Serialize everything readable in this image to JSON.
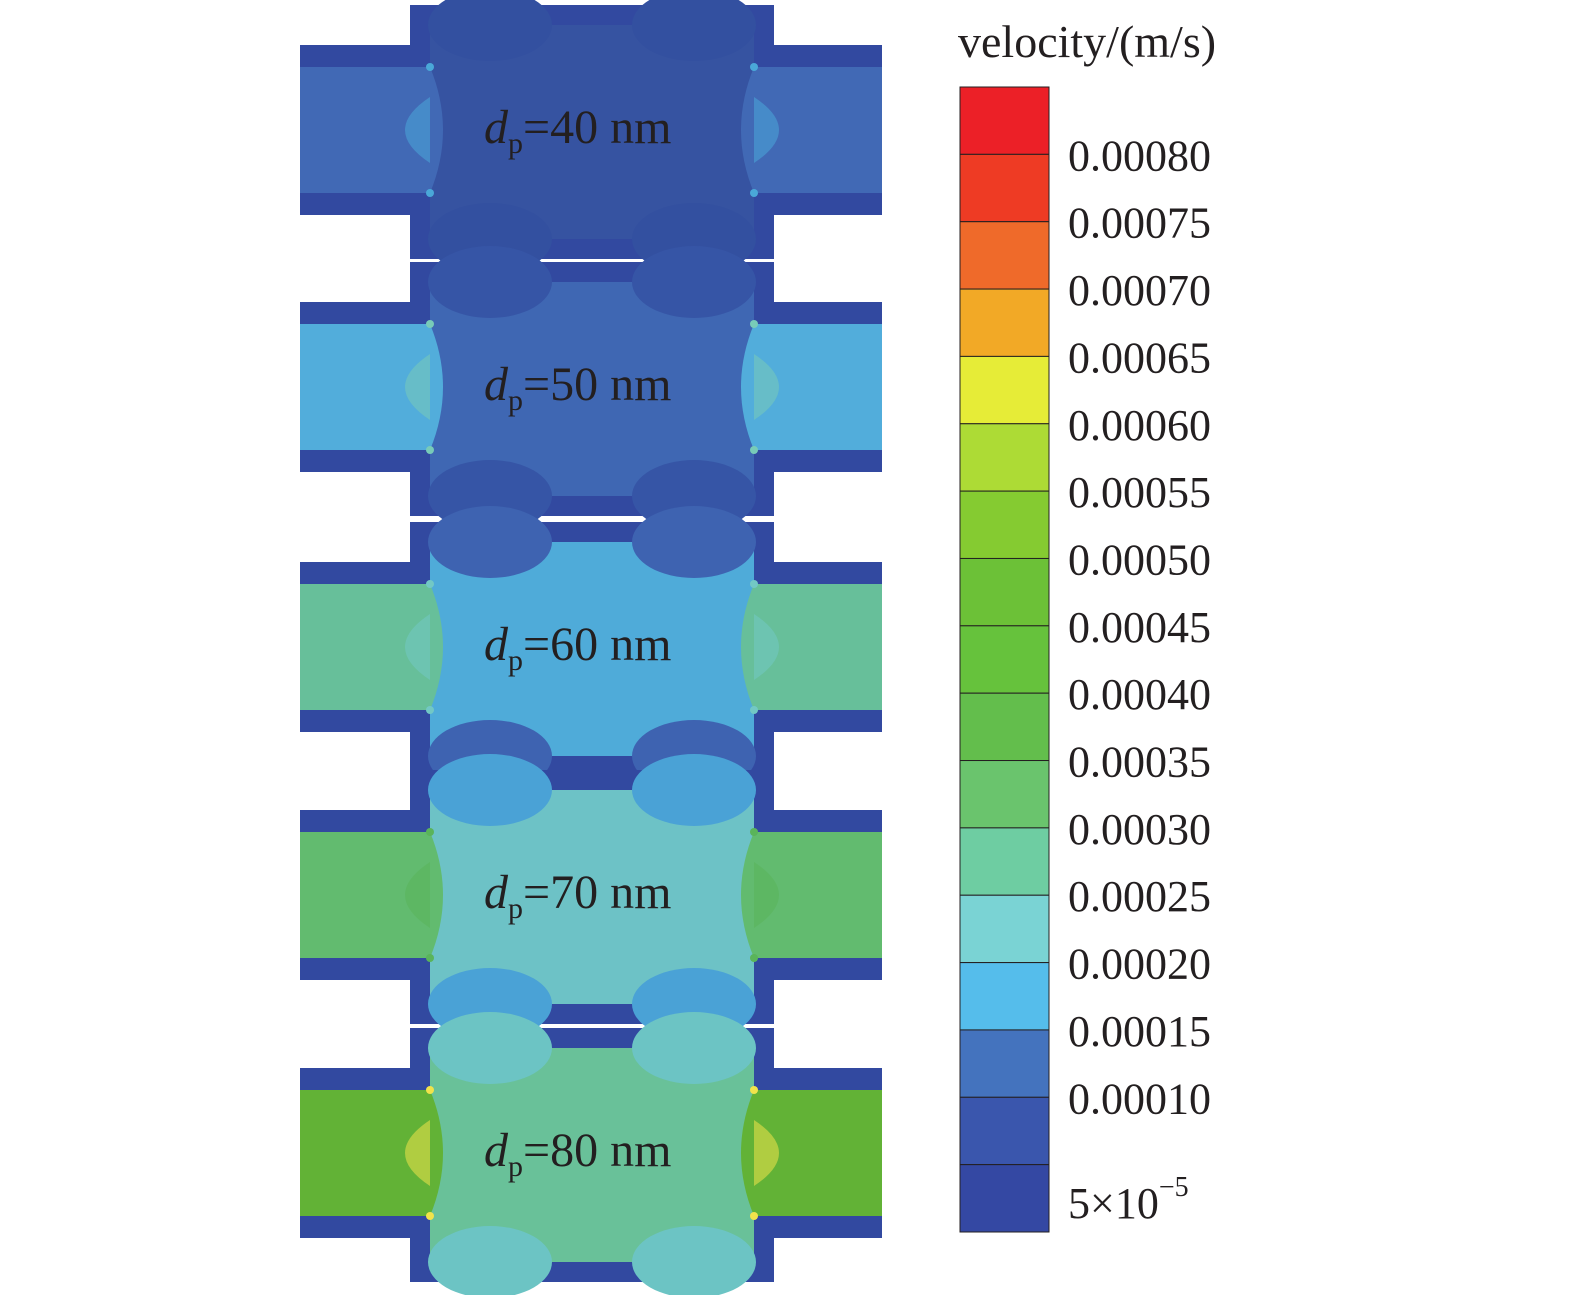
{
  "colorbar": {
    "title": "velocity/(m/s)",
    "tick_labels": [
      "0.00080",
      "0.00075",
      "0.00070",
      "0.00065",
      "0.00060",
      "0.00055",
      "0.00050",
      "0.00045",
      "0.00040",
      "0.00035",
      "0.00030",
      "0.00025",
      "0.00020",
      "0.00015",
      "0.00010"
    ],
    "min_label": {
      "base": "5×10",
      "exponent": "−5"
    },
    "colors_top_to_bottom": [
      "#ec2027",
      "#ee3b24",
      "#ef6a2a",
      "#f2a926",
      "#e6ec37",
      "#addb35",
      "#85cb31",
      "#6cc137",
      "#66c23c",
      "#63be4c",
      "#6ac46d",
      "#6ecda2",
      "#7ad3d4",
      "#55bdeb",
      "#4473be",
      "#3a56ad",
      "#3448a3"
    ]
  },
  "panels": [
    {
      "variable": "d",
      "subscript": "p",
      "value": "=40 nm",
      "colors": {
        "wall": "#3249a0",
        "cavity": "#3653a1",
        "cavity_corner": "#3350a0",
        "inlet": "#4169b5",
        "accent": "#4aa8d8"
      }
    },
    {
      "variable": "d",
      "subscript": "p",
      "value": "=50 nm",
      "colors": {
        "wall": "#3249a0",
        "cavity": "#3f67b3",
        "cavity_corner": "#3655a6",
        "inlet": "#52addb",
        "accent": "#78cbb8"
      }
    },
    {
      "variable": "d",
      "subscript": "p",
      "value": "=60 nm",
      "colors": {
        "wall": "#3249a0",
        "cavity": "#4fabd9",
        "cavity_corner": "#3e63b1",
        "inlet": "#67bf9a",
        "accent": "#72c8c5"
      }
    },
    {
      "variable": "d",
      "subscript": "p",
      "value": "=70 nm",
      "colors": {
        "wall": "#3249a0",
        "cavity": "#6dc2c6",
        "cavity_corner": "#4aa2d6",
        "inlet": "#62bb6f",
        "accent": "#5ab45a"
      }
    },
    {
      "variable": "d",
      "subscript": "p",
      "value": "=80 nm",
      "colors": {
        "wall": "#3249a0",
        "cavity": "#69c199",
        "cavity_corner": "#6cc4c4",
        "inlet": "#62b236",
        "accent": "#f1e34b"
      }
    }
  ]
}
